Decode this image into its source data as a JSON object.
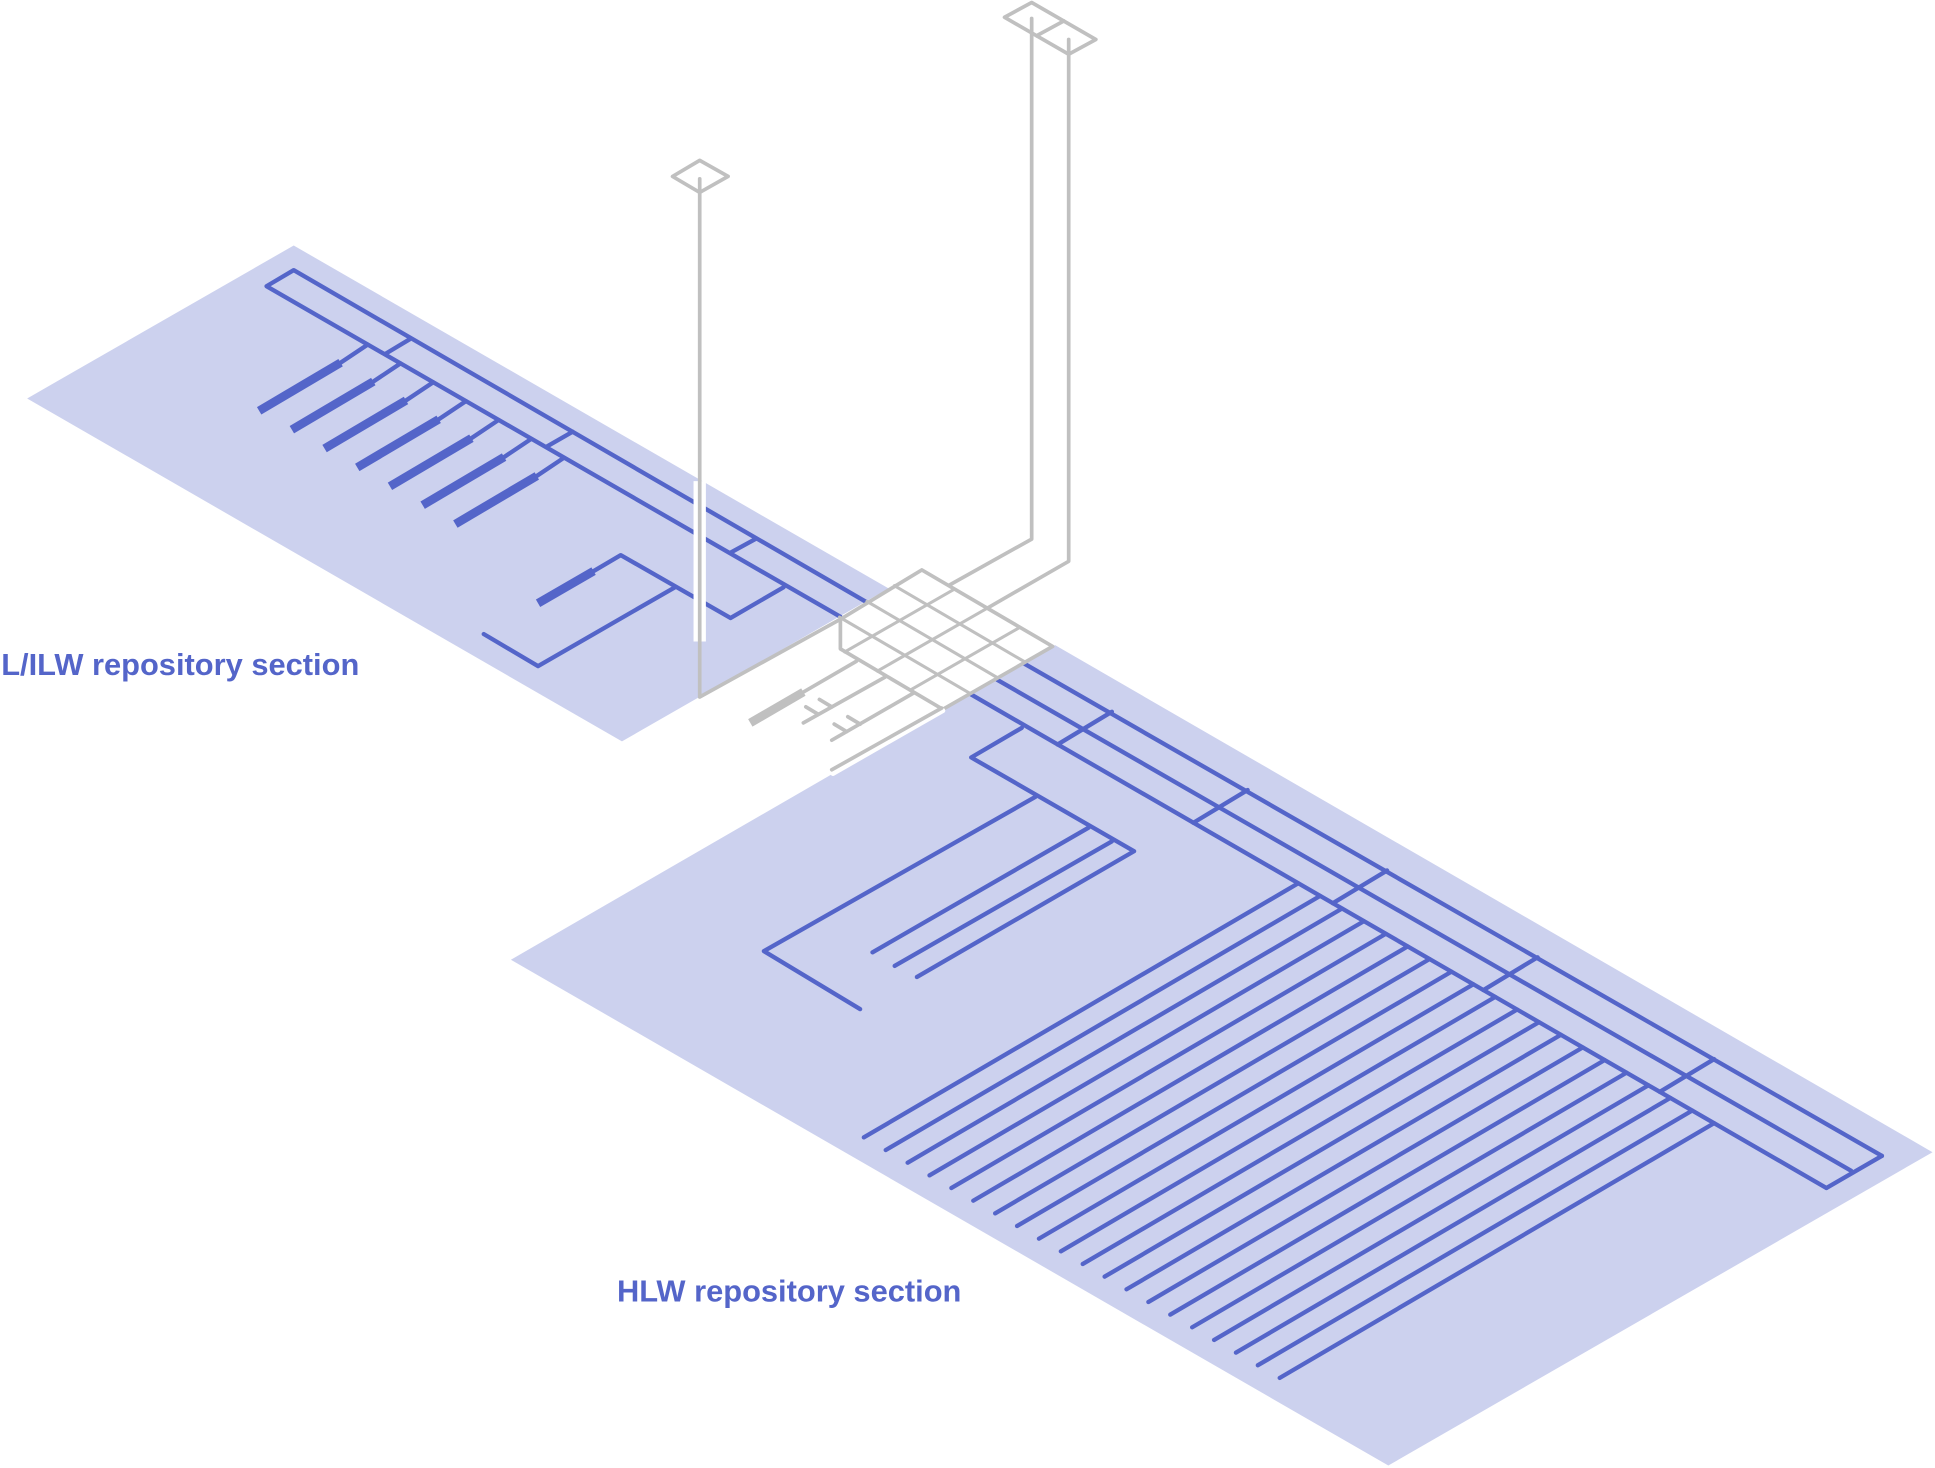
{
  "labels": {
    "lilw": "L/ILW repository section",
    "hlw": "HLW repository section"
  },
  "colors": {
    "tunnel": "#5465c9",
    "plane": "#ccd1ee",
    "shaft": "#c0c0c0",
    "label": "#5465c9"
  },
  "lilw_vault_count": 7,
  "hlw_disposal_tunnel_count": 20
}
